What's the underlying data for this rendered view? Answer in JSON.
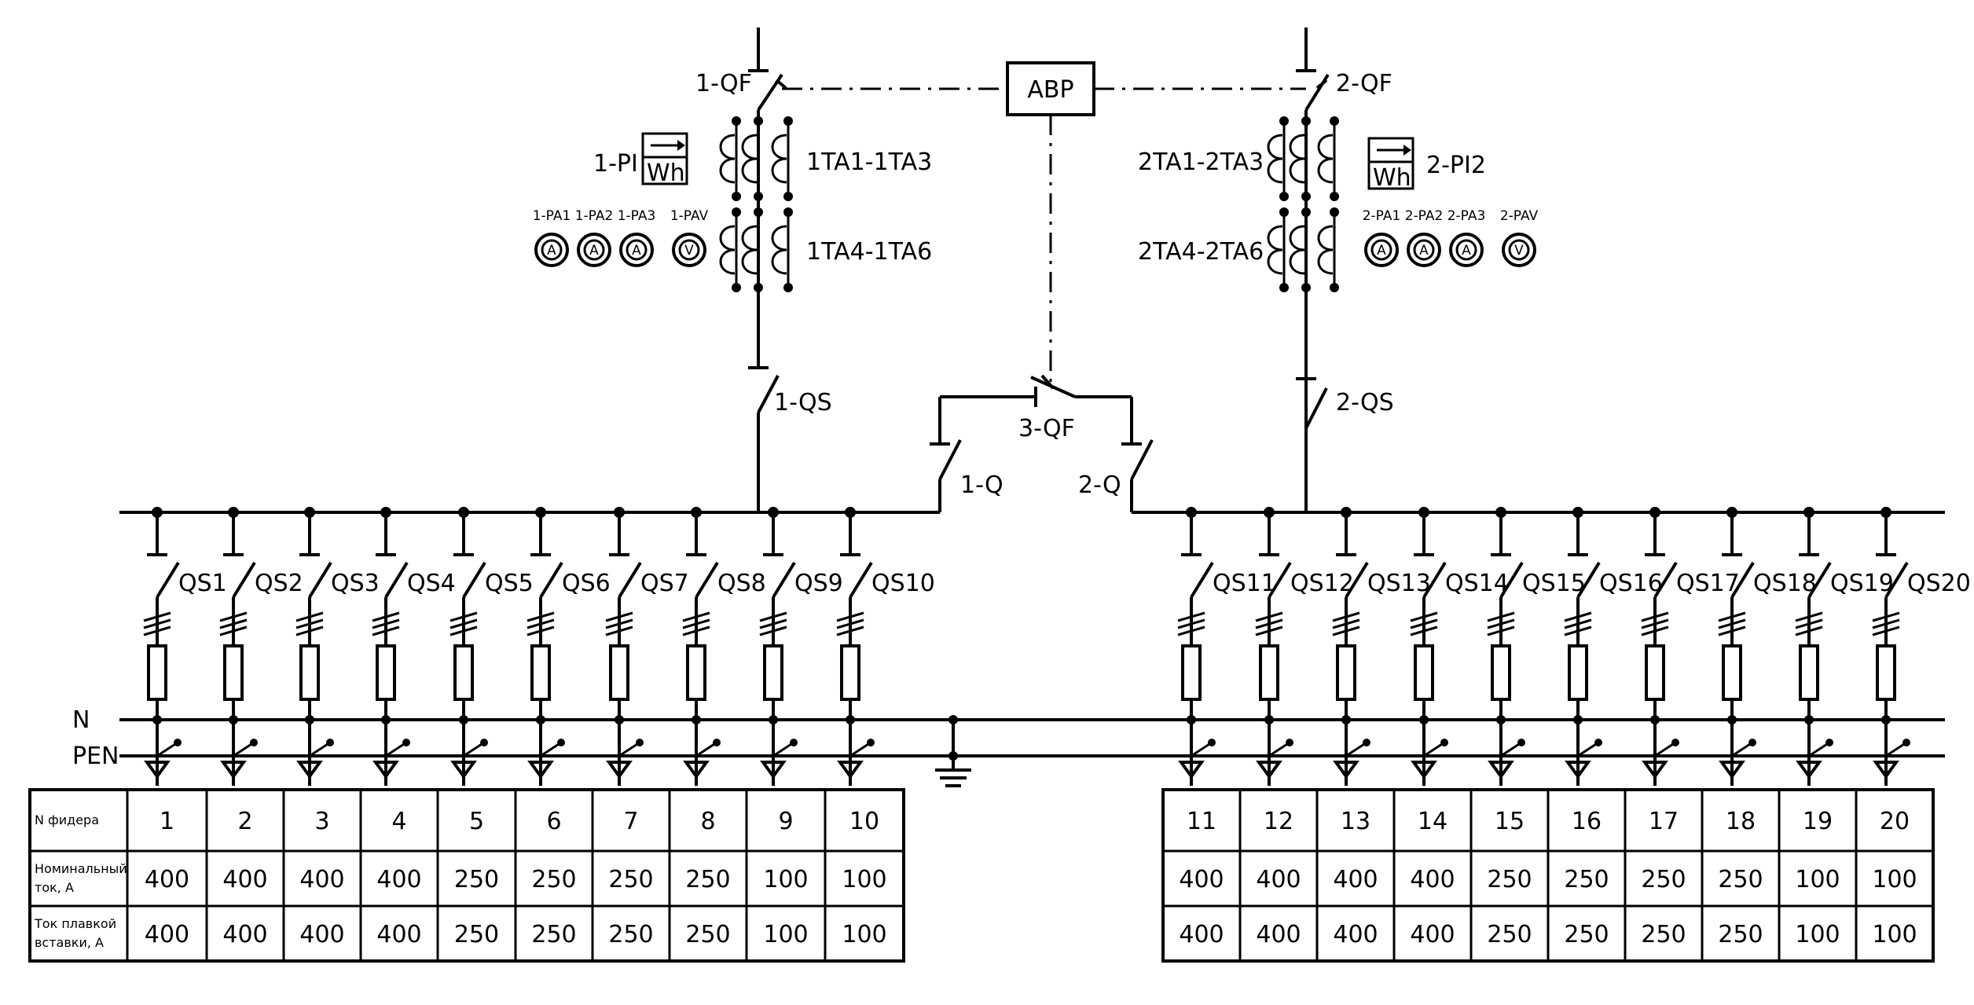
{
  "top": {
    "breaker1": "1-QF",
    "breaker2": "2-QF",
    "avr": "АВР",
    "meter1": "1-PI",
    "meter2": "2-PI2",
    "wh": "Wh",
    "ct1a": "1TA1-1TA3",
    "ct1b": "1TA4-1TA6",
    "ct2a": "2TA1-2TA3",
    "ct2b": "2TA4-2TA6",
    "sw1": "1-QS",
    "sw2": "2-QS",
    "tie": "3-QF",
    "tie1": "1-Q",
    "tie2": "2-Q"
  },
  "instruments_left": [
    {
      "label": "1-PA1",
      "symbol": "A"
    },
    {
      "label": "1-PA2",
      "symbol": "A"
    },
    {
      "label": "1-PA3",
      "symbol": "A"
    },
    {
      "label": "1-PAV",
      "symbol": "V"
    }
  ],
  "instruments_right": [
    {
      "label": "2-PA1",
      "symbol": "A"
    },
    {
      "label": "2-PA2",
      "symbol": "A"
    },
    {
      "label": "2-PA3",
      "symbol": "A"
    },
    {
      "label": "2-PAV",
      "symbol": "V"
    }
  ],
  "bus_labels": {
    "n": "N",
    "pen": "PEN"
  },
  "feeders_left": [
    "QS1",
    "QS2",
    "QS3",
    "QS4",
    "QS5",
    "QS6",
    "QS7",
    "QS8",
    "QS9",
    "QS10"
  ],
  "feeders_right": [
    "QS11",
    "QS12",
    "QS13",
    "QS14",
    "QS15",
    "QS16",
    "QS17",
    "QS18",
    "QS19",
    "QS20"
  ],
  "table": {
    "row_labels": [
      [
        "N фидера"
      ],
      [
        "Номинальный",
        "ток, А"
      ],
      [
        "Ток плавкой",
        "вставки, А"
      ]
    ],
    "left": {
      "numbers": [
        "1",
        "2",
        "3",
        "4",
        "5",
        "6",
        "7",
        "8",
        "9",
        "10"
      ],
      "rated": [
        "400",
        "400",
        "400",
        "400",
        "250",
        "250",
        "250",
        "250",
        "100",
        "100"
      ],
      "fuse": [
        "400",
        "400",
        "400",
        "400",
        "250",
        "250",
        "250",
        "250",
        "100",
        "100"
      ]
    },
    "right": {
      "numbers": [
        "11",
        "12",
        "13",
        "14",
        "15",
        "16",
        "17",
        "18",
        "19",
        "20"
      ],
      "rated": [
        "400",
        "400",
        "400",
        "400",
        "250",
        "250",
        "250",
        "250",
        "100",
        "100"
      ],
      "fuse": [
        "400",
        "400",
        "400",
        "400",
        "250",
        "250",
        "250",
        "250",
        "100",
        "100"
      ]
    }
  }
}
